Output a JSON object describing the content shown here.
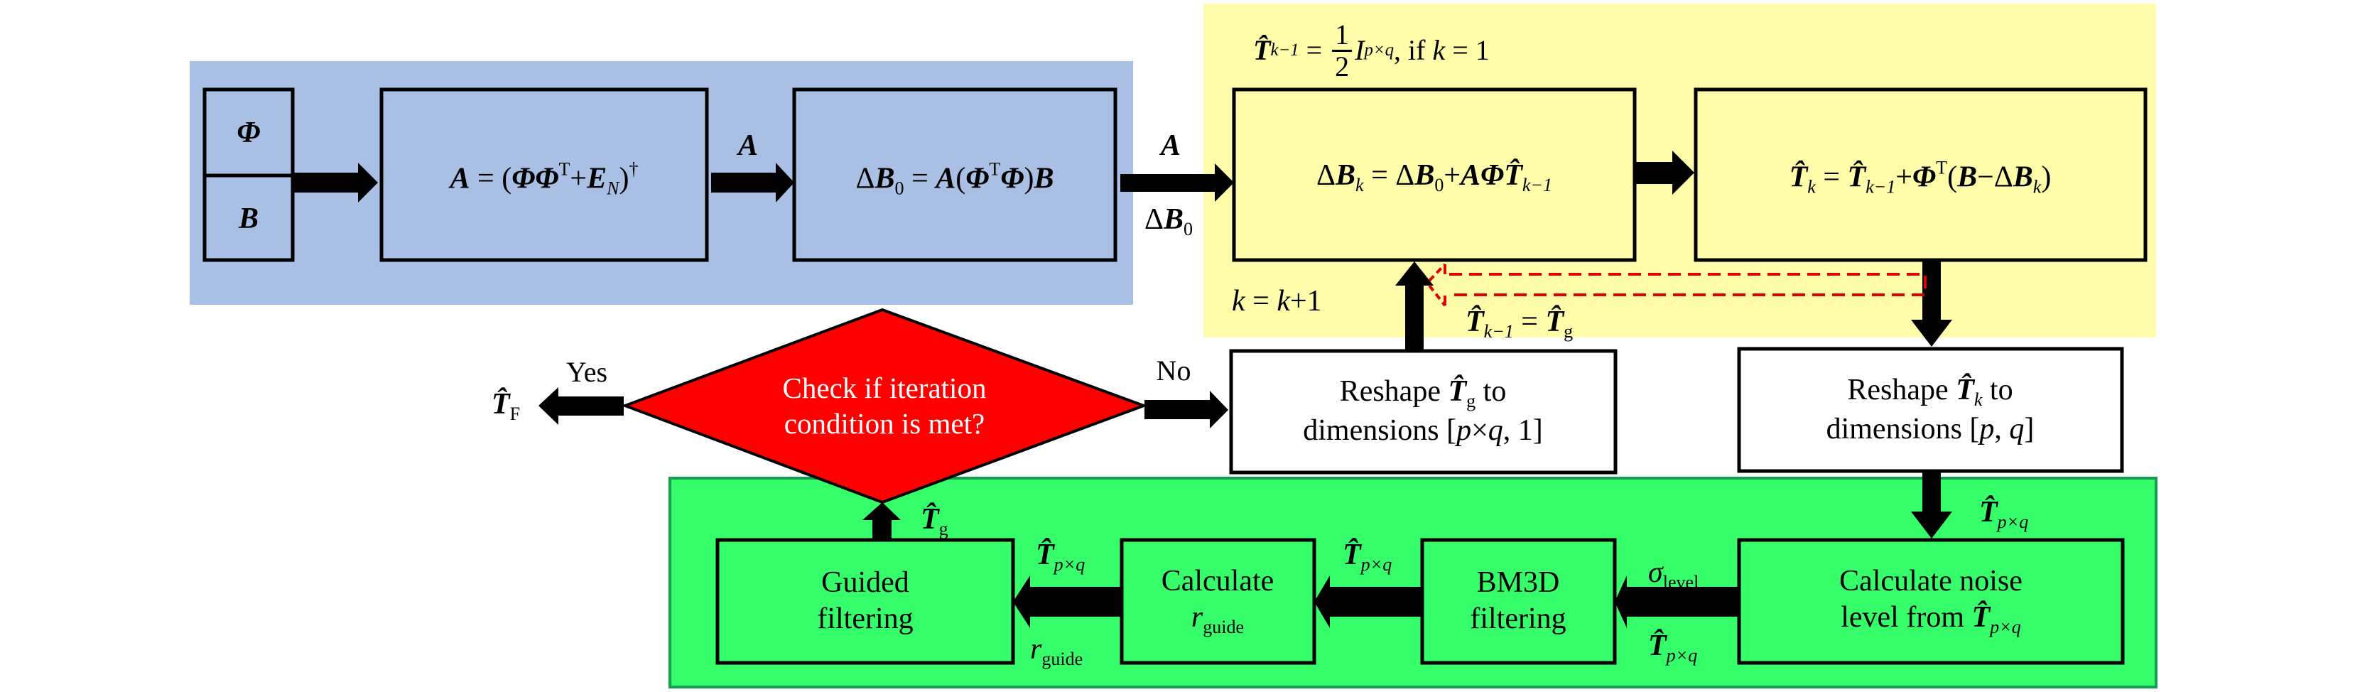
{
  "colors": {
    "init_panel": "#AABFE4",
    "iteration_panel": "#FFFDAA",
    "denoise_panel": "#36FE6A",
    "denoise_panel_border": "#12A050",
    "decision": "#FF0000",
    "feedback_dashed": "#E00000",
    "arrow": "#000000"
  },
  "init_panel": {
    "input_phi": "Φ",
    "input_b": "B",
    "box_a": {
      "lhs": "A",
      "eq": " = (",
      "phi": "ΦΦ",
      "sup_t": "T",
      "plus": "+",
      "e": "E",
      "e_sub": "N",
      "close": ")",
      "dagger": "†"
    },
    "arrow_a_label": "A",
    "box_db0": {
      "delta": "Δ",
      "b": "B",
      "sub0": "0",
      "eq": " = ",
      "a": "A",
      "open": "(",
      "phi1": "Φ",
      "sup_t": "T",
      "phi2": "Φ",
      "close": ")",
      "b2": "B"
    },
    "arrow_out_label_top": "A",
    "arrow_out_label_bottom_delta": "Δ",
    "arrow_out_label_bottom_b": "B",
    "arrow_out_label_bottom_sub": "0"
  },
  "iteration_panel": {
    "init_condition": {
      "t": "T̂",
      "t_sub": "k−1",
      "eq": " = ",
      "num": "1",
      "den": "2",
      "i": "I",
      "i_sub": "p×q",
      "tail": ", if ",
      "k": "k",
      "eq2": " = 1"
    },
    "box_dbk": {
      "delta": "Δ",
      "b": "B",
      "b_sub": "k",
      "eq": " = Δ",
      "b0": "B",
      "b0_sub": "0",
      "plus": "+",
      "aphi": "AΦ",
      "t": "T̂",
      "t_sub": "k−1"
    },
    "box_tk": {
      "t": "T̂",
      "t_sub": "k",
      "eq": " = ",
      "t2": "T̂",
      "t2_sub": "k−1",
      "plus": "+",
      "phi": "Φ",
      "sup_t": "T",
      "open": "(",
      "b": "B",
      "minus": "−Δ",
      "b2": "B",
      "b2_sub": "k",
      "close": ")"
    },
    "counter_update": {
      "k": "k",
      "eq": " = ",
      "k2": "k",
      "plus": "+1"
    },
    "assign_label": {
      "t": "T̂",
      "t_sub": "k−1",
      "eq": " = ",
      "t2": "T̂",
      "t2_sub": "g"
    }
  },
  "decision": {
    "question_line1": "Check if iteration",
    "question_line2": "condition is met?",
    "yes_label": "Yes",
    "no_label": "No",
    "output_t": "T̂",
    "output_sub": "F"
  },
  "reshape_g": {
    "line1_pre": "Reshape ",
    "t": "T̂",
    "t_sub": "g",
    "line1_post": " to",
    "line2_pre": "dimensions [",
    "p": "p",
    "times": "×",
    "q": "q",
    "line2_post": ", 1]"
  },
  "reshape_k": {
    "line1_pre": "Reshape ",
    "t": "T̂",
    "t_sub": "k",
    "line1_post": " to",
    "line2_pre": "dimensions [",
    "p": "p",
    "sep": ", ",
    "q": "q",
    "line2_post": "]"
  },
  "denoise_panel": {
    "guided": {
      "line1": "Guided",
      "line2": "filtering"
    },
    "calc_r": {
      "line1": "Calculate",
      "r": "r",
      "r_sub": "guide"
    },
    "bm3d": {
      "line1": "BM3D",
      "line2": "filtering"
    },
    "calc_noise": {
      "line1": "Calculate noise",
      "line2_pre": "level from ",
      "t": "T̂",
      "t_sub": "p×q"
    },
    "down_arrow_label": {
      "t": "T̂",
      "t_sub": "p×q"
    },
    "sigma_label": {
      "sigma": "σ",
      "sub": "level"
    },
    "bm3d_in_label": {
      "t": "T̂",
      "t_sub": "p×q"
    },
    "bm3d_out_label": {
      "t": "T̂̂",
      "t_sub": "p×q"
    },
    "guided_in_label": {
      "t": "T̂̂",
      "t_sub": "p×q"
    },
    "guided_in_r": {
      "r": "r",
      "r_sub": "guide"
    },
    "up_arrow_label": {
      "t": "T̂",
      "t_sub": "g"
    }
  }
}
